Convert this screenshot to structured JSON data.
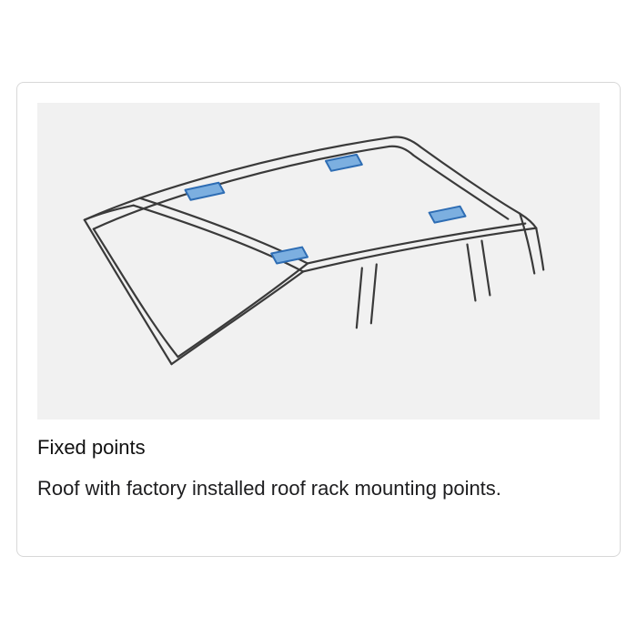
{
  "card": {
    "title": "Fixed points",
    "description": "Roof with factory installed roof rack mounting points.",
    "border_color": "#D8D8D8",
    "illustration": {
      "label": "car roof line drawing with factory fixed mounting points",
      "panel_background": "#F1F1F1",
      "line_color": "#3A3A3A",
      "pad_fill": "#7CAFE0",
      "pad_stroke": "#2E6DB4",
      "mounting_point_count": 4
    }
  }
}
